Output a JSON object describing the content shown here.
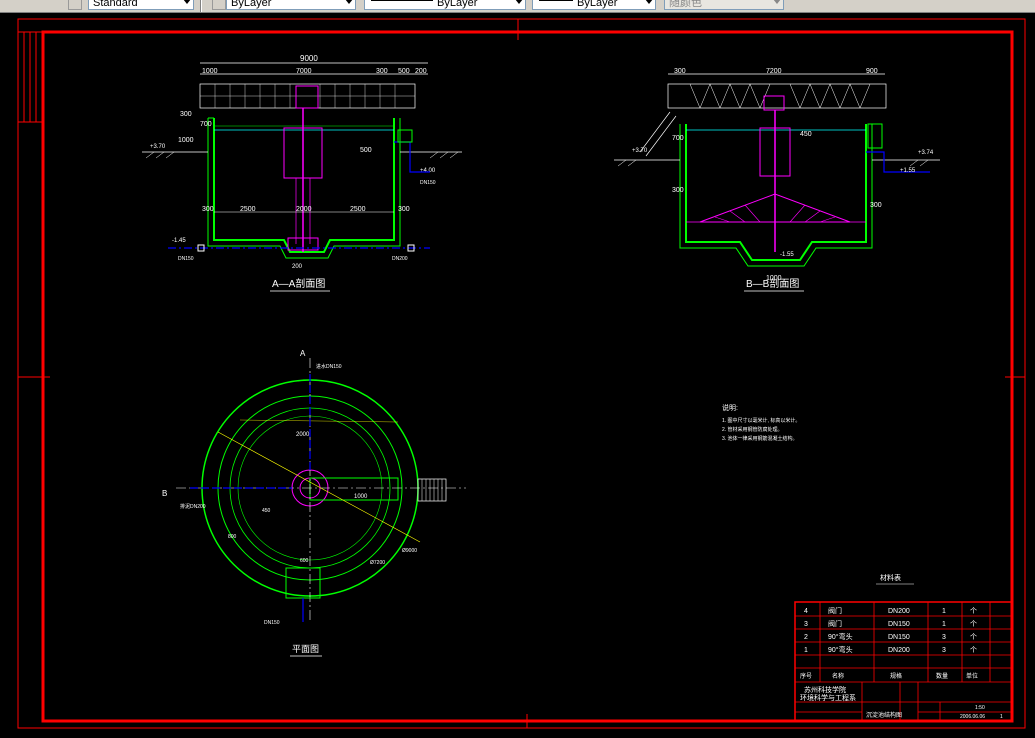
{
  "toolbar": {
    "text_style": "Standard",
    "layer": "ByLayer",
    "linetype": "ByLayer",
    "lineweight": "ByLayer",
    "color": "随颜色"
  },
  "drawing": {
    "section_aa_title": "A—A剖面图",
    "section_bb_title": "B—B剖面图",
    "plan_title": "平面图",
    "aa_dim_total": "9000",
    "aa_dim_left": "1000",
    "aa_dim_mid": "7000",
    "aa_dim_right1": "300",
    "aa_dim_right2": "500",
    "aa_dim_right3": "200",
    "aa_dim_2500a": "2500",
    "aa_dim_2000": "2000",
    "aa_dim_2500b": "2500",
    "aa_dim_300a": "300",
    "aa_dim_300b": "300",
    "aa_dim_300c": "300",
    "aa_dim_300d": "300",
    "aa_dim_700": "700",
    "aa_dim_500": "500",
    "aa_dim_200": "200",
    "aa_dim_1000": "1000",
    "aa_lvl_1": "+3.70",
    "aa_lvl_2": "+4.00",
    "aa_lvl_3": "-1.45",
    "aa_pipe_1": "DN150",
    "aa_pipe_2": "DN200",
    "bb_dim_total": "7200",
    "bb_dim_left": "300",
    "bb_dim_right": "900",
    "bb_dim_300a": "300",
    "bb_dim_300b": "300",
    "bb_dim_1000": "1000",
    "bb_dim_700": "700",
    "bb_dim_450": "450",
    "bb_lvl_1": "+3.70",
    "bb_lvl_2": "+3.74",
    "bb_lvl_3": "+1.55",
    "bb_lvl_4": "-1.55",
    "plan_label_a": "A",
    "plan_label_b": "B",
    "plan_pipe_top": "进水DN150",
    "plan_dim_r": "2000",
    "plan_dim_450": "450",
    "plan_dim_1000": "1000",
    "plan_dim_800": "800",
    "plan_dim_600": "600",
    "plan_dim_dia": "Ø9000",
    "plan_dim_inner": "Ø7200",
    "plan_pipe_left": "排泥DN200",
    "plan_pipe_bottom": "DN150",
    "notes_title": "说明:",
    "note_1": "1. 图中尺寸以毫米计, 标高以米计。",
    "note_2": "2. 管材采用钢管防腐处理。",
    "note_3": "3. 池体一律采用钢筋混凝土结构。",
    "table_title": "材料表",
    "bom_rows": [
      {
        "no": "4",
        "name": "阀门",
        "spec": "DN200",
        "qty": "1",
        "unit": "个"
      },
      {
        "no": "3",
        "name": "阀门",
        "spec": "DN150",
        "qty": "1",
        "unit": "个"
      },
      {
        "no": "2",
        "name": "90°弯头",
        "spec": "DN150",
        "qty": "3",
        "unit": "个"
      },
      {
        "no": "1",
        "name": "90°弯头",
        "spec": "DN200",
        "qty": "3",
        "unit": "个"
      }
    ],
    "bom_header": {
      "no": "序号",
      "name": "名称",
      "spec": "规格",
      "qty": "数量",
      "unit": "单位"
    },
    "title_school": "苏州科技学院",
    "title_dept": "环境科学与工程系",
    "title_drawing": "沉淀池结构图",
    "title_date": "2006.06.06",
    "title_scale": "1:50",
    "title_sheet": "1"
  },
  "colors": {
    "frame": "#ff0000",
    "green": "#00ff00",
    "cyan": "#00ffff",
    "magenta": "#ff00ff",
    "blue": "#0000ff",
    "white": "#ffffff",
    "yellow": "#ffff00"
  }
}
